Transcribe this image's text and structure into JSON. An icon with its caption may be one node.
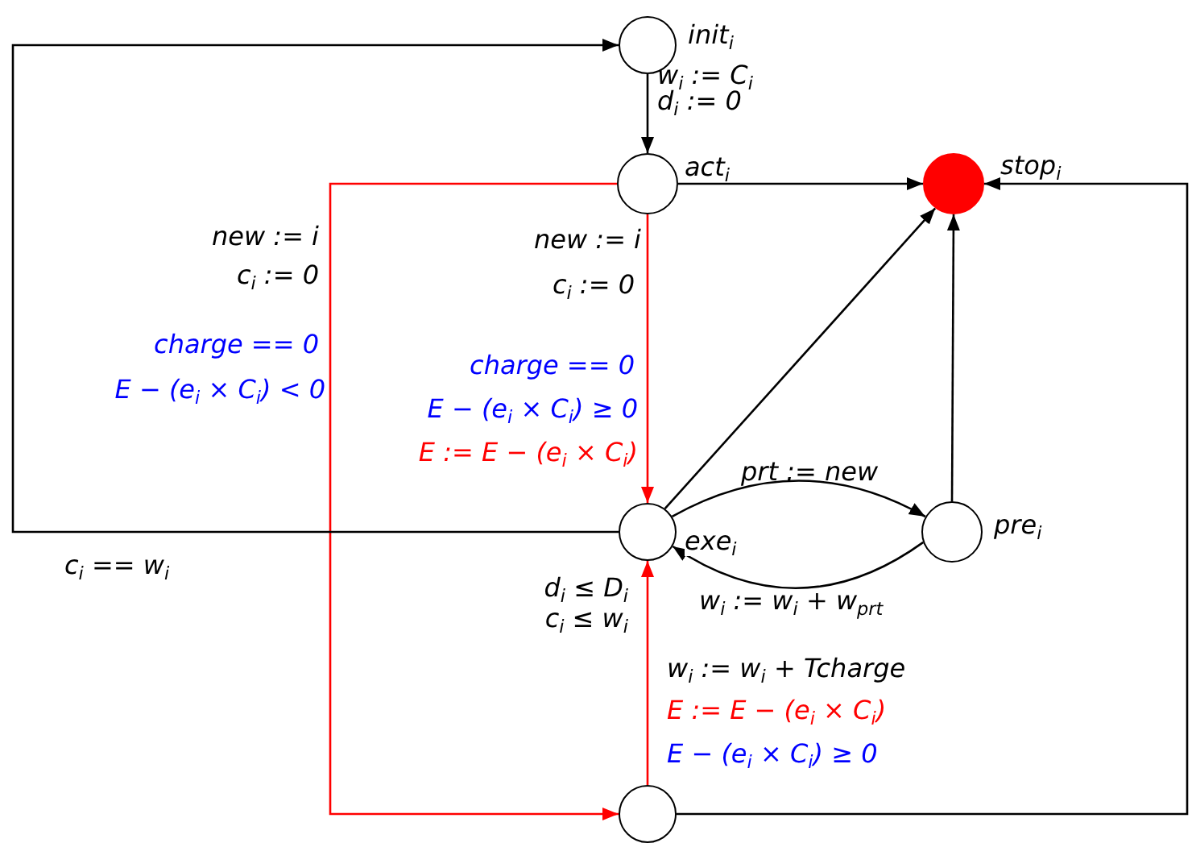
{
  "diagram": {
    "nodes": [
      {
        "text": [
          "init$_{i}$"
        ]
      },
      {
        "text": [
          "act$_{i}$"
        ]
      },
      {
        "text": [
          "stop$_{i}$"
        ]
      },
      {
        "text": [
          "exe$_{i}$"
        ],
        "beside": [
          "d$_{i}$ ≤ D$_{i}$",
          "c$_{i}$ ≤ w$_{i}$"
        ]
      },
      {
        "text": [
          "pre$_{i}$"
        ]
      },
      {
        "text": [],
        "shape": "circle"
      }
    ],
    "edges": [
      {
        "from": 0,
        "to": 1,
        "arrow": "to",
        "label": "w$_{i}$ := C$_{i}$"
      },
      {
        "from": 1,
        "to": 2,
        "arrow": "to"
      },
      {
        "from": 1,
        "to": 3,
        "arrow": "to",
        "label": "new := i",
        "color": "#ff0000"
      },
      {
        "from": 1,
        "to": 5,
        "arrow": "to",
        "label": "new := i",
        "color": "#ff0000"
      },
      {
        "from": 3,
        "to": 0,
        "arrow": "to",
        "label": "c$_{i}$ == w$_{i}$"
      },
      {
        "from": 3,
        "to": 2,
        "arrow": "to"
      },
      {
        "from": 3,
        "to": 4,
        "arrow": "to",
        "label": "prt := new"
      },
      {
        "from": 4,
        "to": 3,
        "arrow": "to",
        "label": "w$_{i}$ := w$_{i}$ + w$_{prt}$"
      },
      {
        "from": 4,
        "to": 2,
        "arrow": "to"
      },
      {
        "from": 5,
        "to": 3,
        "arrow": "to",
        "label": "w$_{i}$ := w$_{i}$ + Tcharge",
        "color": "#ff0000"
      },
      {
        "from": 5,
        "to": 2,
        "arrow": "to"
      }
    ],
    "labels": [
      "d$_{i}$ := 0",
      "c$_{i}$ := 0",
      "charge == 0",
      "E − (e$_{i}$ × C$_{i}$) < 0",
      "c$_{i}$ := 0",
      "charge == 0",
      "E − (e$_{i}$ × C$_{i}$) ≥ 0",
      "E := E − (e$_{i}$ × C$_{i}$)",
      "E := E − (e$_{i}$ × C$_{i}$)",
      "E − (e$_{i}$ × C$_{i}$) ≥ 0"
    ]
  }
}
